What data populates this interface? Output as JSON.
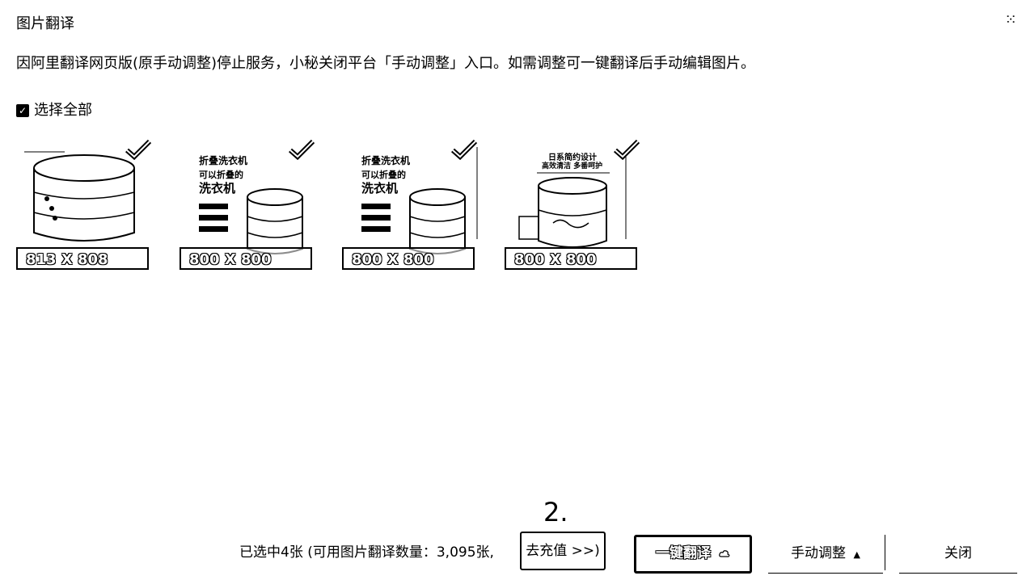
{
  "dialog": {
    "title": "图片翻译",
    "close_symbol": "⁙",
    "notice": "因阿里翻译网页版(原手动调整)停止服务，小秘关闭平台「手动调整」入口。如需调整可一键翻译后手动编辑图片。",
    "select_all_label": "选择全部",
    "select_all_checked": true
  },
  "images": [
    {
      "size": "813 X 808",
      "selected": true,
      "texts": []
    },
    {
      "size": "800 X 800",
      "selected": true,
      "texts": [
        "折叠洗衣机",
        "可以折叠的",
        "洗衣机"
      ]
    },
    {
      "size": "800 X 800",
      "selected": true,
      "texts": [
        "折叠洗衣机",
        "可以折叠的",
        "洗衣机"
      ]
    },
    {
      "size": "800 X 800",
      "selected": true,
      "texts": [
        "日系简约设计",
        "高效清洁 多番呵护"
      ]
    }
  ],
  "annotation": "2.",
  "footer": {
    "selected_info": "已选中4张 (可用图片翻译数量：3,095张,",
    "recharge_label": "去充值 >>)",
    "translate_label": "一键翻译",
    "translate_icon": "cloud-icon",
    "manual_label": "手动调整",
    "manual_arrow": "▲",
    "close_label": "关闭"
  }
}
